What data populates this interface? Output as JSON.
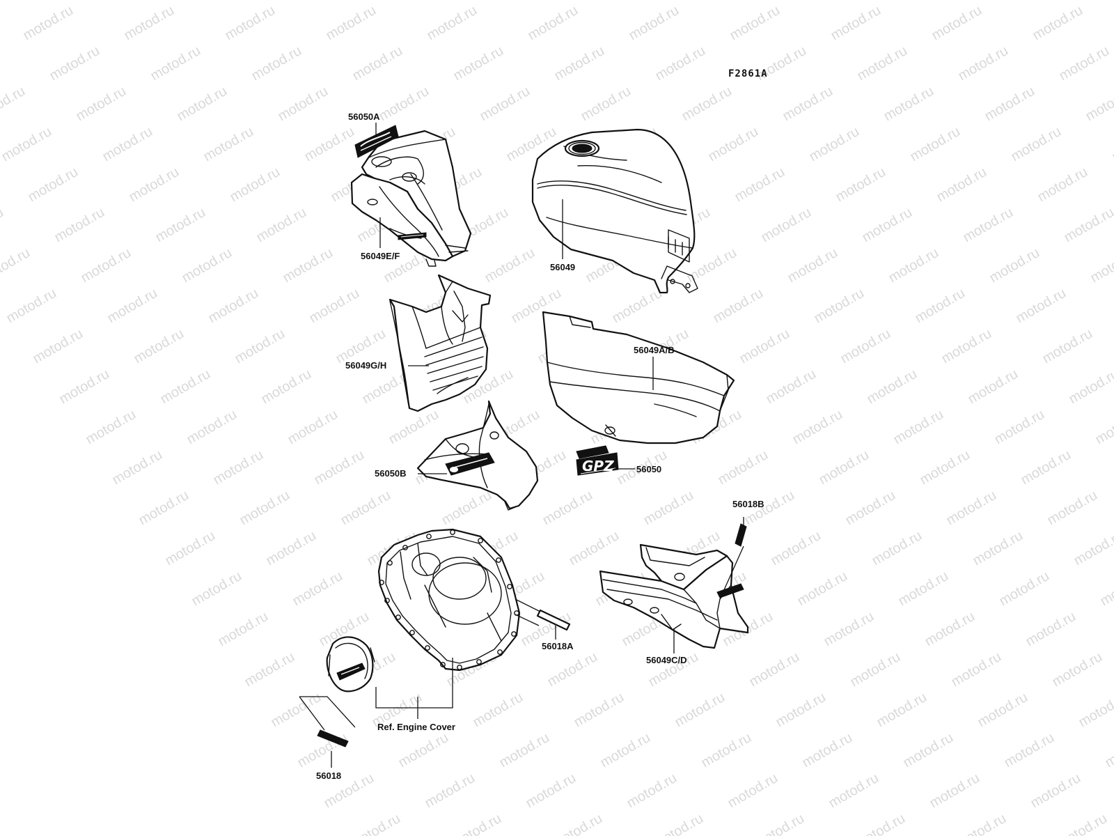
{
  "diagram": {
    "figure_code": "F2861A",
    "watermark_text": "motod.ru",
    "labels": {
      "p56050A": "56050A",
      "p56049EF": "56049E/F",
      "p56049": "56049",
      "p56049GH": "56049G/H",
      "p56049AB": "56049A/B",
      "p56050B": "56050B",
      "p56050": "56050",
      "p56018B": "56018B",
      "p56018A": "56018A",
      "p56049CD": "56049C/D",
      "ref_engine_cover": "Ref. Engine Cover",
      "p56018": "56018"
    },
    "colors": {
      "line": "#111111",
      "watermark": "#d9d9d9",
      "background": "#ffffff"
    }
  }
}
